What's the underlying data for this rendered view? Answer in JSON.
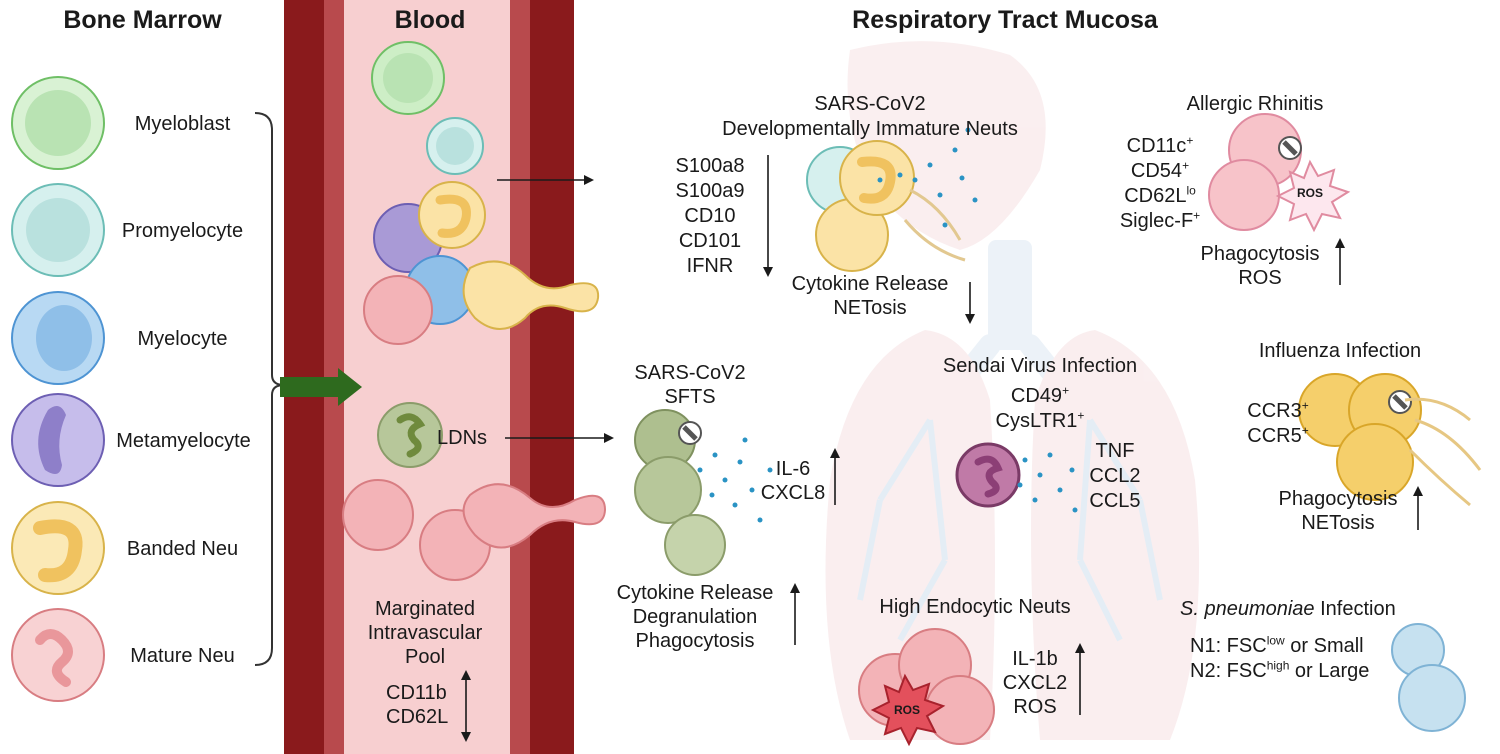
{
  "columns": {
    "bone_marrow": "Bone Marrow",
    "blood": "Blood",
    "mucosa": "Respiratory Tract Mucosa"
  },
  "stages": [
    "Myeloblast",
    "Promyelocyte",
    "Myelocyte",
    "Metamyelocyte",
    "Banded Neu",
    "Mature Neu"
  ],
  "blood": {
    "ldns": "LDNs",
    "pool": [
      "Marginated",
      "Intravascular",
      "Pool"
    ],
    "markers": [
      "CD11b",
      "CD62L"
    ]
  },
  "sars_immature": {
    "title": [
      "SARS-CoV2",
      "Developmentally Immature Neuts"
    ],
    "markers": [
      "S100a8",
      "S100a9",
      "CD10",
      "CD101",
      "IFNR"
    ],
    "functions": [
      "Cytokine Release",
      "NETosis"
    ]
  },
  "sars_sfts": {
    "title": [
      "SARS-CoV2",
      "SFTS"
    ],
    "cytokines": [
      "IL-6",
      "CXCL8"
    ],
    "functions": [
      "Cytokine Release",
      "Degranulation",
      "Phagocytosis"
    ]
  },
  "sendai": {
    "title": "Sendai Virus Infection",
    "markers": [
      {
        "base": "CD49",
        "sup": "+"
      },
      {
        "base": "CysLTR1",
        "sup": "+"
      }
    ],
    "cytokines": [
      "TNF",
      "CCL2",
      "CCL5"
    ]
  },
  "allergic": {
    "title": "Allergic Rhinitis",
    "markers": [
      {
        "base": "CD11c",
        "sup": "+"
      },
      {
        "base": "CD54",
        "sup": "+"
      },
      {
        "base": "CD62L",
        "sup": "lo"
      },
      {
        "base": "Siglec-F",
        "sup": "+"
      }
    ],
    "ros": "ROS",
    "functions": [
      "Phagocytosis",
      "ROS"
    ]
  },
  "influenza": {
    "title": "Influenza Infection",
    "markers": [
      {
        "base": "CCR3",
        "sup": "+"
      },
      {
        "base": "CCR5",
        "sup": "+"
      }
    ],
    "functions": [
      "Phagocytosis",
      "NETosis"
    ]
  },
  "endocytic": {
    "title": "High Endocytic Neuts",
    "ros": "ROS",
    "cytokines": [
      "IL-1b",
      "CXCL2",
      "ROS"
    ]
  },
  "pneumoniae": {
    "title_italic": "S. pneumoniae",
    "title_rest": " Infection",
    "n1": {
      "pre": "N1: FSC",
      "sup": "low",
      "post": " or Small"
    },
    "n2": {
      "pre": "N2: FSC",
      "sup": "high",
      "post": " or Large"
    }
  },
  "colors": {
    "vessel_wall": "#8a1a1c",
    "vessel_wall_light": "#b84a4d",
    "vessel_lumen": "#f7cfd0",
    "myeloblast": "#b9e3b3",
    "promyelocyte": "#b9e1de",
    "myelocyte": "#8fbfe8",
    "metamyelocyte": "#a99ad6",
    "banded": "#f5d98c",
    "mature": "#f3b3b7"
  }
}
